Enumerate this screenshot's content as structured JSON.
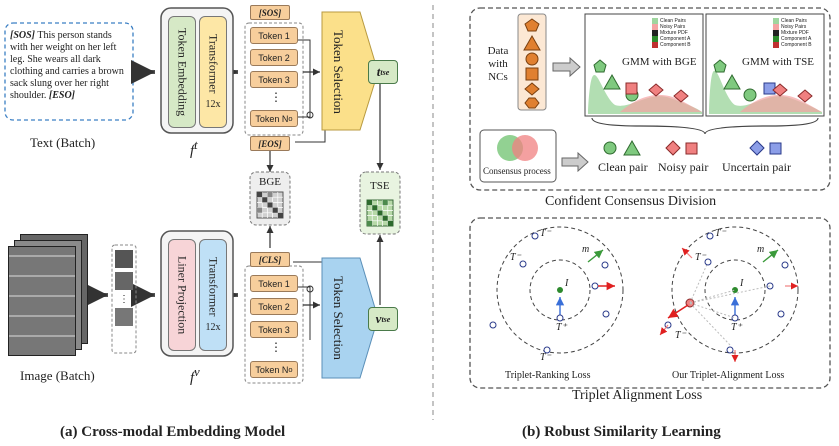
{
  "text_panel": {
    "sos": "[SOS]",
    "body": "This person stands with her weight on her left leg. She wears all dark clothing and carries a brown sack slung over her right shoulder.",
    "eso": "[ESO]",
    "label": "Text (Batch)"
  },
  "image_panel": {
    "label": "Image (Batch)"
  },
  "text_encoder": {
    "block1": "Token Embedding",
    "block2": "Transformer",
    "layers": "12x",
    "symbol": "f",
    "superscript": "t"
  },
  "image_encoder": {
    "block1": "Liner Projection",
    "block2": "Transformer",
    "layers": "12x",
    "symbol": "f",
    "superscript": "v"
  },
  "text_tokens": {
    "top": "[SOS]",
    "items": [
      "Token 1",
      "Token 2",
      "Token 3",
      "⋮",
      "Token N"
    ],
    "sub": "o",
    "bottom": "[EOS]"
  },
  "image_tokens": {
    "top": "[CLS]",
    "items": [
      "Token 1",
      "Token 2",
      "Token 3",
      "⋮",
      "Token N"
    ],
    "sub": "o"
  },
  "token_selection": "Token Selection",
  "bge_label": "BGE",
  "tse_label": "TSE",
  "t_tse": {
    "main": "t",
    "sub": "tse"
  },
  "v_tse": {
    "main": "v",
    "sub": "tse"
  },
  "ccd": {
    "data_label": "Data with NCs",
    "gmm_bge": "GMM with BGE",
    "gmm_tse": "GMM with TSE",
    "legend": [
      "Clean Pairs",
      "Noisy Pairs",
      "Mixture PDF",
      "Component A",
      "Component B"
    ],
    "consensus": "Consensus process",
    "clean": "Clean pair",
    "noisy": "Noisy pair",
    "uncertain": "Uncertain pair",
    "title": "Confident Consensus Division"
  },
  "tal": {
    "left_caption": "Triplet-Ranking Loss",
    "right_caption": "Our Triplet-Alignment Loss",
    "title": "Triplet Alignment Loss",
    "t_minus": "T⁻",
    "t_plus": "T⁺",
    "i_label": "I",
    "m_label": "m"
  },
  "captions": {
    "left": "(a) Cross-modal Embedding Model",
    "right": "(b) Robust Similarity Learning"
  },
  "colors": {
    "token": "#f7ce9c",
    "green_box": "#d6e9c6",
    "yellow_box": "#fde7a6",
    "pink_box": "#f7d4d7",
    "blue_box": "#bfe0f6",
    "selection_yellow": "#fbe08a",
    "selection_blue": "#a9d3f0",
    "clean_green": "#7fc97f",
    "noisy_red": "#f08080",
    "uncertain_blue": "#8c9ee8",
    "shape_orange": "#e08030"
  }
}
